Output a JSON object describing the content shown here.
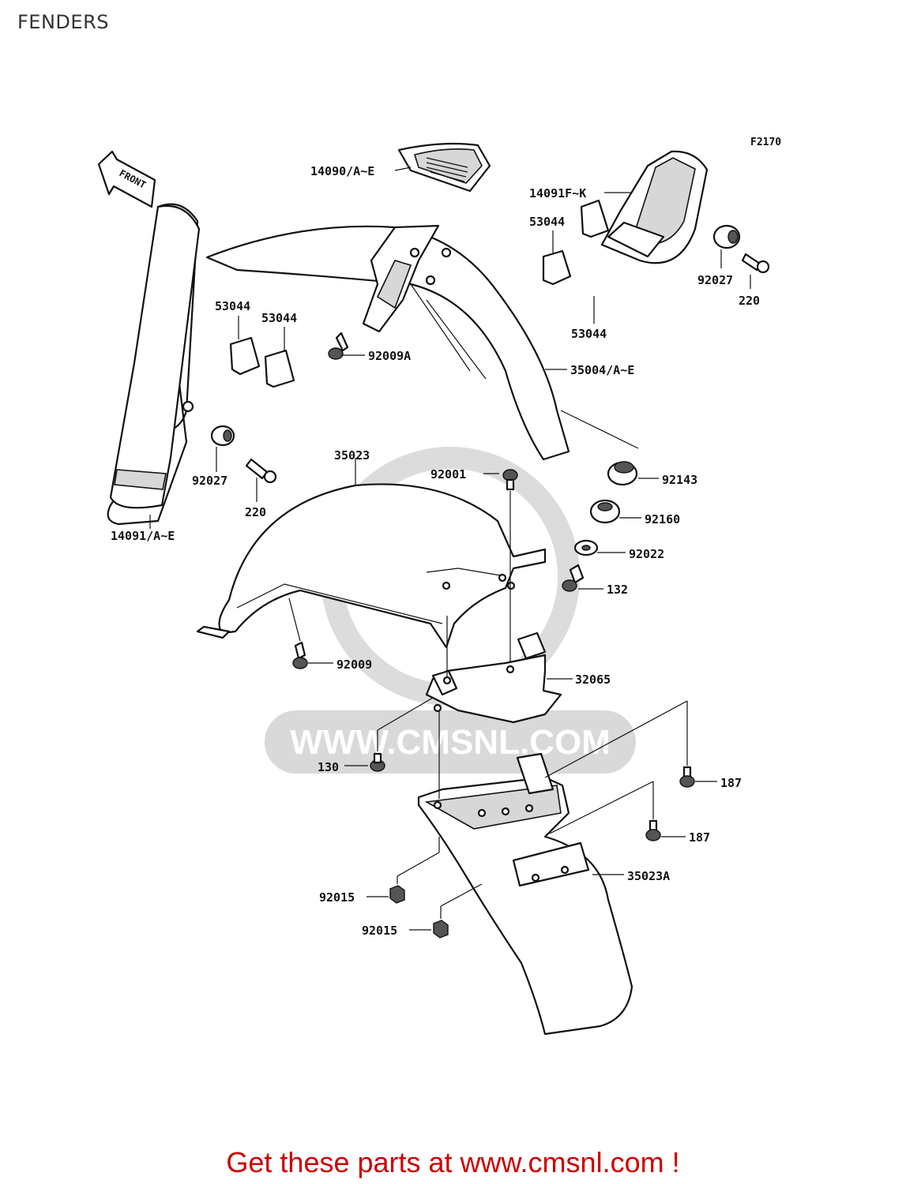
{
  "title": "FENDERS",
  "figure_code": "F2170",
  "front_label": "FRONT",
  "watermark": "WWW.CMSNL.COM",
  "footer": "Get these parts at www.cmsnl.com !",
  "callouts": {
    "c_14090": "14090/A~E",
    "c_14091fk": "14091F~K",
    "c_53044_tr": "53044",
    "c_53044_tr2": "53044",
    "c_92027_r": "92027",
    "c_220_r": "220",
    "c_53044_l1": "53044",
    "c_53044_l2": "53044",
    "c_92009a": "92009A",
    "c_35004": "35004/A~E",
    "c_35023": "35023",
    "c_92001": "92001",
    "c_92143": "92143",
    "c_92027_l": "92027",
    "c_220_l": "220",
    "c_14091ae": "14091/A~E",
    "c_92160": "92160",
    "c_92022": "92022",
    "c_132": "132",
    "c_92009": "92009",
    "c_32065": "32065",
    "c_130": "130",
    "c_187_a": "187",
    "c_187_b": "187",
    "c_35023a": "35023A",
    "c_92015_a": "92015",
    "c_92015_b": "92015"
  }
}
